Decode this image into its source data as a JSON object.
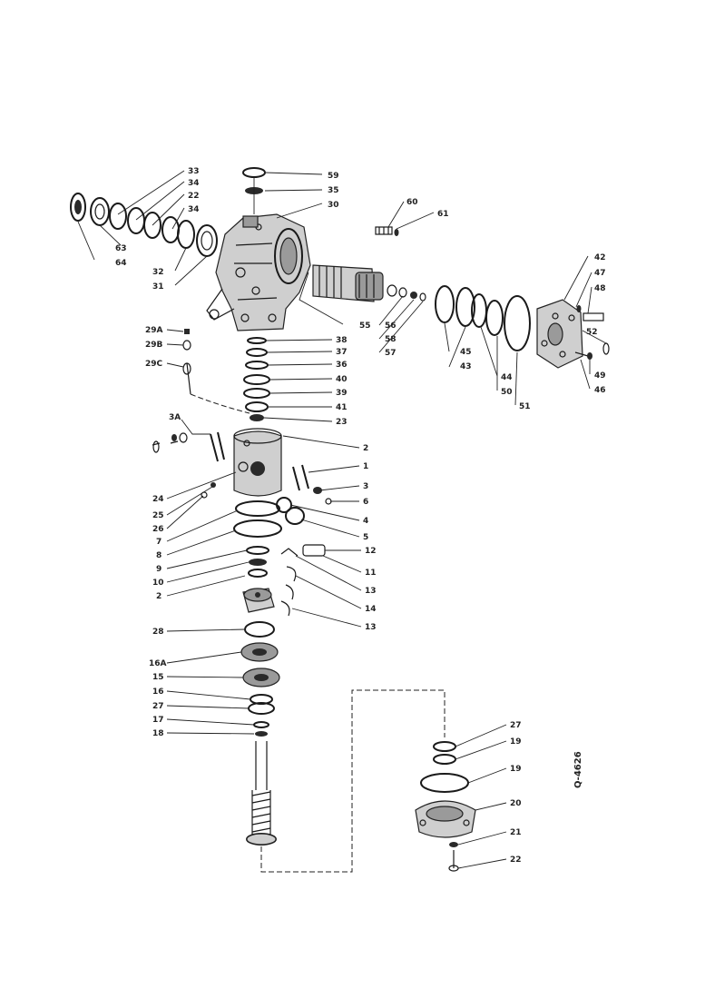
{
  "drawing_code": "Q-4626",
  "callouts": {
    "c1": "33",
    "c2": "34",
    "c3": "22",
    "c4": "34",
    "c5": "63",
    "c6": "64",
    "c7": "32",
    "c8": "31",
    "c9": "59",
    "c10": "35",
    "c11": "30",
    "c12": "60",
    "c13": "61",
    "c14": "42",
    "c15": "47",
    "c16": "48",
    "c17": "52",
    "c18": "49",
    "c19": "46",
    "c20": "55",
    "c21": "56",
    "c22": "58",
    "c23": "57",
    "c24": "45",
    "c25": "43",
    "c26": "44",
    "c27": "50",
    "c28": "51",
    "c29": "29A",
    "c30": "29B",
    "c31": "29C",
    "c32": "38",
    "c33": "37",
    "c34": "36",
    "c35": "40",
    "c36": "39",
    "c37": "41",
    "c38": "23",
    "c39": "3A",
    "c40": "2",
    "c41": "1",
    "c42": "3",
    "c43": "6",
    "c44": "4",
    "c45": "5",
    "c46": "24",
    "c47": "25",
    "c48": "26",
    "c49": "7",
    "c50": "8",
    "c51": "9",
    "c52": "10",
    "c53": "2",
    "c54": "12",
    "c55": "11",
    "c56": "13",
    "c57": "14",
    "c58": "13",
    "c59": "28",
    "c60": "16A",
    "c61": "15",
    "c62": "16",
    "c63": "27",
    "c64": "17",
    "c65": "18",
    "c66": "27",
    "c67": "19",
    "c68": "19",
    "c69": "20",
    "c70": "21",
    "c71": "22"
  }
}
